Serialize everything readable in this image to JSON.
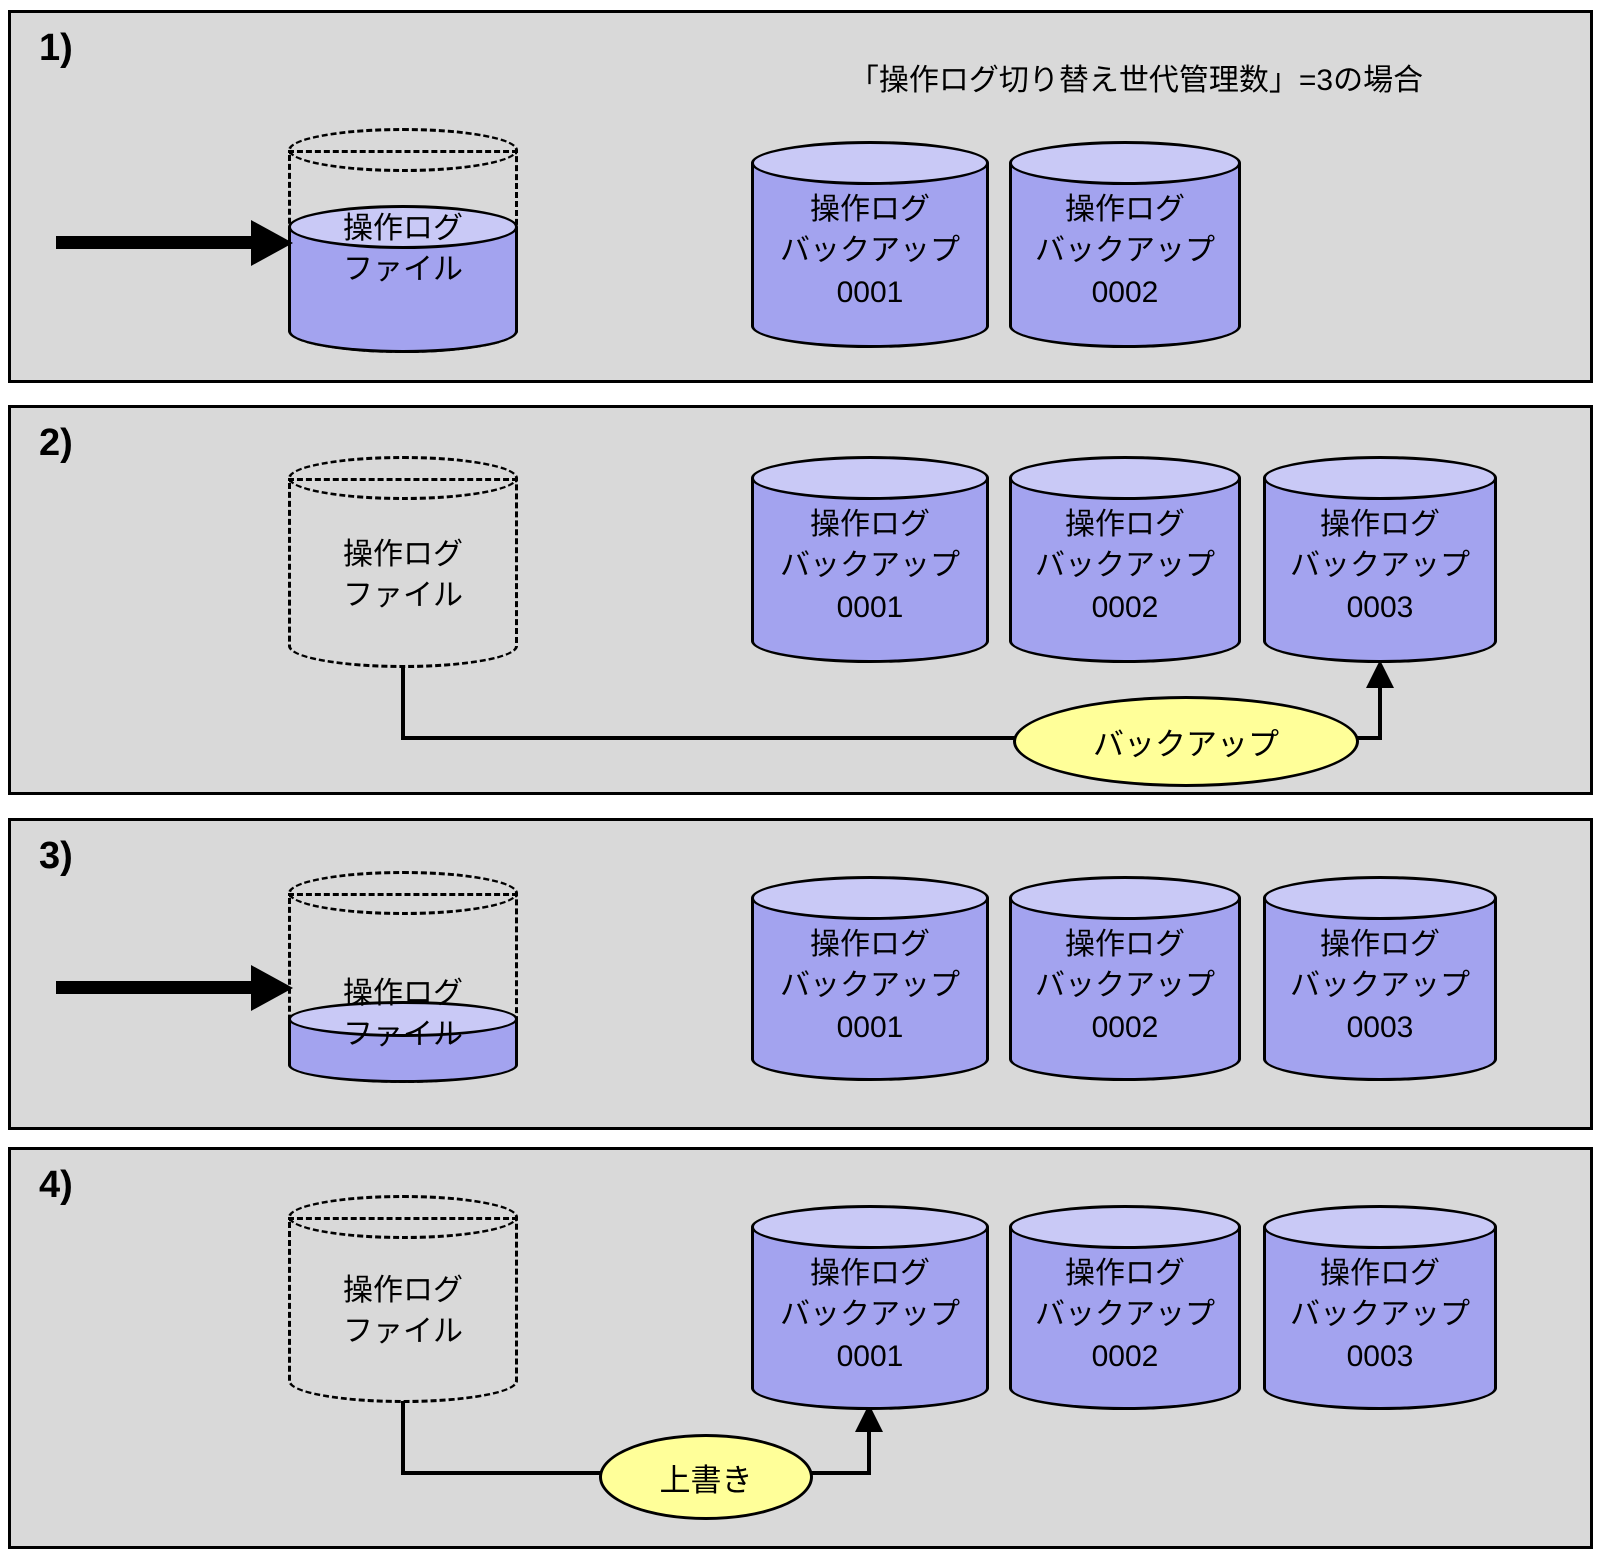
{
  "note": "「操作ログ切り替え世代管理数」=3の場合",
  "log_file": {
    "line1": "操作ログ",
    "line2": "ファイル"
  },
  "backup": {
    "line1": "操作ログ",
    "line2": "バックアップ"
  },
  "panels": [
    {
      "number": "1)",
      "backups": [
        "0001",
        "0002"
      ]
    },
    {
      "number": "2)",
      "backups": [
        "0001",
        "0002",
        "0003"
      ],
      "action": "バックアップ"
    },
    {
      "number": "3)",
      "backups": [
        "0001",
        "0002",
        "0003"
      ]
    },
    {
      "number": "4)",
      "backups": [
        "0001",
        "0002",
        "0003"
      ],
      "action": "上書き"
    }
  ],
  "colors": {
    "panel_background": "#d9d9d9",
    "cylinder_body": "#a3a3ef",
    "cylinder_top": "#c9c9f6",
    "action_ellipse": "#ffff99",
    "line": "#000000"
  }
}
